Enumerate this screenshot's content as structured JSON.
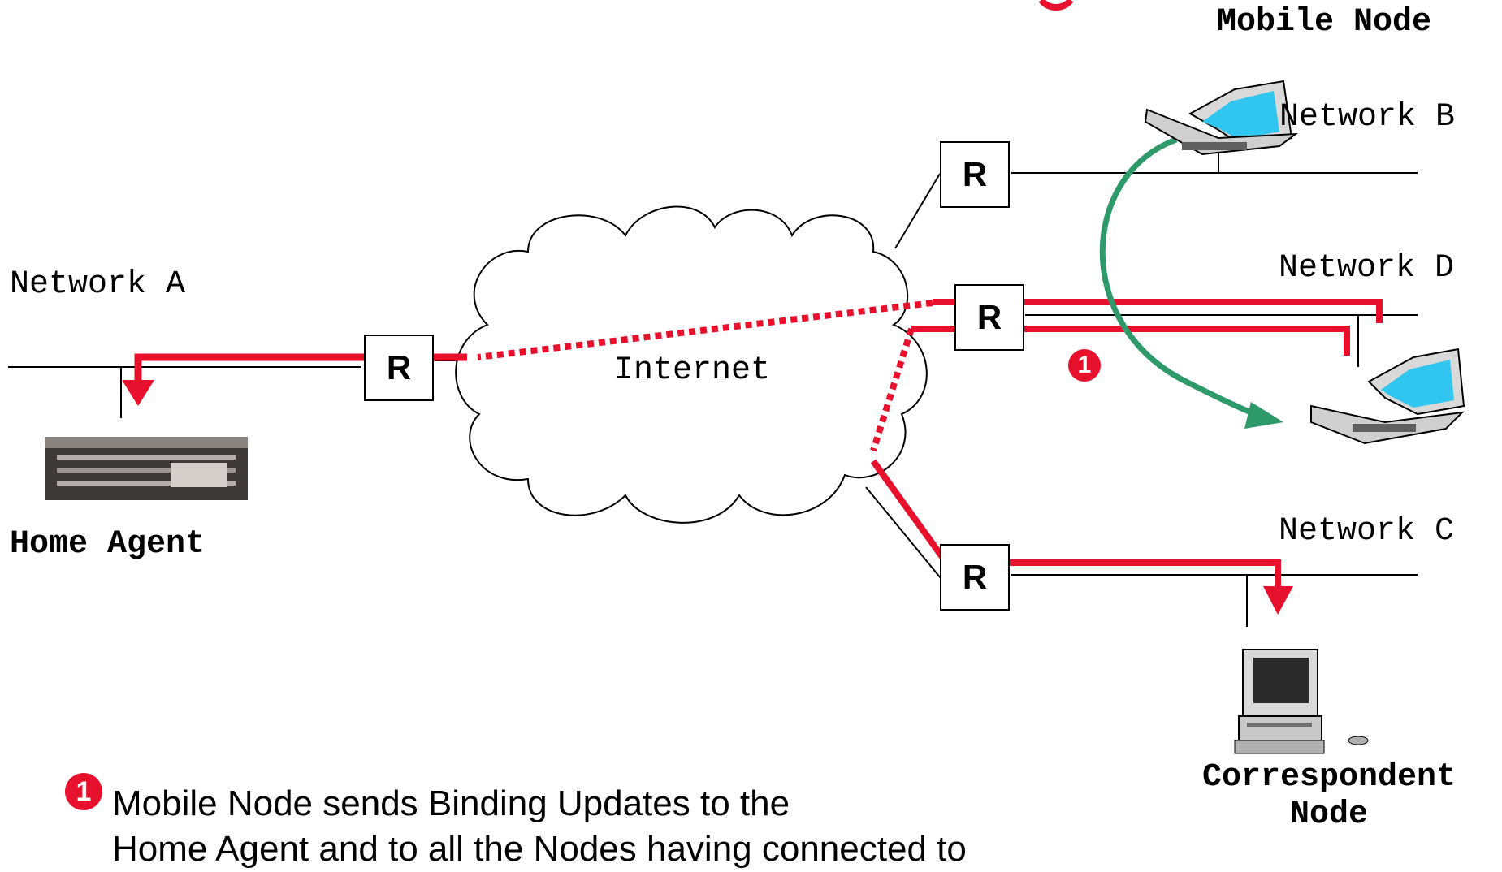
{
  "networks": {
    "a": "Network A",
    "b": "Network B",
    "c": "Network C",
    "d": "Network D"
  },
  "cloud_label": "Internet",
  "routers": {
    "label": "R"
  },
  "nodes": {
    "home_agent": "Home Agent",
    "mobile_node": "Mobile Node",
    "correspondent_line1": "Correspondent",
    "correspondent_line2": "Node"
  },
  "step_marker": "1",
  "caption": {
    "line1": "Mobile Node sends Binding Updates to the",
    "line2": "Home Agent and to all the Nodes having connected to"
  },
  "colors": {
    "path_red": "#e8112d",
    "move_arrow_green": "#2e9a6a",
    "line_black": "#000000"
  },
  "icons": {
    "home_agent": "server-rack-icon",
    "mobile_node": "laptop-icon",
    "correspondent": "desktop-computer-icon"
  }
}
